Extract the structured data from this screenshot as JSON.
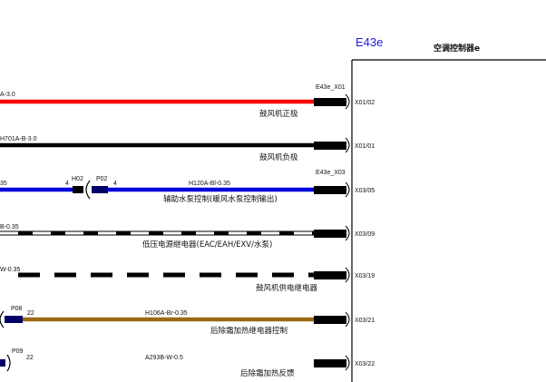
{
  "component": {
    "id": "E43e",
    "name": "空调控制器e",
    "id_color": "#1a1ae0"
  },
  "connectors": {
    "top": "E43e_X01",
    "mid": "E43e_X03"
  },
  "wires": [
    {
      "label": "A-3.0",
      "signal": "鼓风机正极",
      "pin": "X01/02",
      "color": "#ff0000",
      "style": "solid"
    },
    {
      "label": "H701A-B-3.0",
      "signal": "鼓风机负极",
      "pin": "X01/01",
      "color": "#000000",
      "style": "solid"
    },
    {
      "label": "H120A-Bl-0.35",
      "left_label": "35",
      "signal": "辅助水泵控制(暖风水泵控制输出)",
      "pin": "X03/05",
      "color": "#0000dd",
      "style": "solid",
      "splice": {
        "left_pin": "4",
        "plug": "H02",
        "socket": "P02",
        "right_pin": "4"
      }
    },
    {
      "label": "B-0.35",
      "signal": "低压电源继电器(EAC/EAH/EXV/水泵)",
      "pin": "X03/09",
      "color": "#000000",
      "style": "dash-white"
    },
    {
      "label": "W-0.35",
      "signal": "鼓风机供电继电器",
      "pin": "X03/19",
      "color": "#000000",
      "style": "dashed"
    },
    {
      "label": "H106A-Br-0.35",
      "signal": "后除霜加热继电器控制",
      "pin": "X03/21",
      "color": "#9a6a12",
      "style": "solid",
      "splice": {
        "socket": "P08",
        "right_pin": "22"
      }
    },
    {
      "label": "A293B-W-0.5",
      "signal": "后除霜加热反馈",
      "pin": "X03/22",
      "color": "#000000",
      "style": "none",
      "splice": {
        "socket": "P09",
        "right_pin": "22"
      }
    }
  ]
}
